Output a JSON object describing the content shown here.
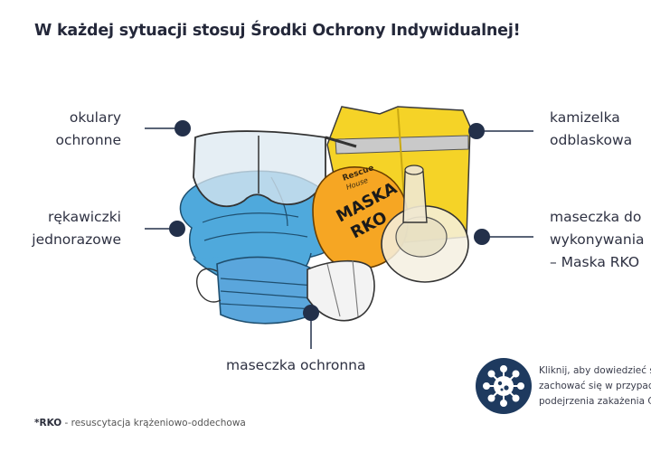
{
  "header": {
    "title": "W każdej sytuacji stosuj Środki Ochrony Indywidualnej!"
  },
  "labels": {
    "goggles": [
      "okulary",
      "ochronne"
    ],
    "gloves": [
      "rękawiczki",
      "jednorazowe"
    ],
    "mask": "maseczka ochronna",
    "vest": [
      "kamizelka",
      "odblaskowa"
    ],
    "cpr_mask": [
      "maseczka do",
      "wykonywania",
      "– Maska RKO"
    ]
  },
  "cpr_pack": {
    "brand_top": "Rescue",
    "brand_bottom": "House",
    "text_top": "MASKA",
    "text_bottom": "RKO"
  },
  "footnote": {
    "abbr": "*RKO",
    "text": " - resuscytacja krążeniowo-oddechowa"
  },
  "cta": {
    "lines": [
      "Kliknij, aby dowiedzieć się",
      "zachować się w przypadku",
      "podejrzenia zakażenia COVID"
    ]
  },
  "icons": {
    "virus": "virus-icon"
  },
  "colors": {
    "marker": "#23304a",
    "glove": "#4fa9dc",
    "vest": "#f5d327",
    "cpr": "#f6a623",
    "mask": "#5aa6dc",
    "badge": "#1e3a5f"
  }
}
